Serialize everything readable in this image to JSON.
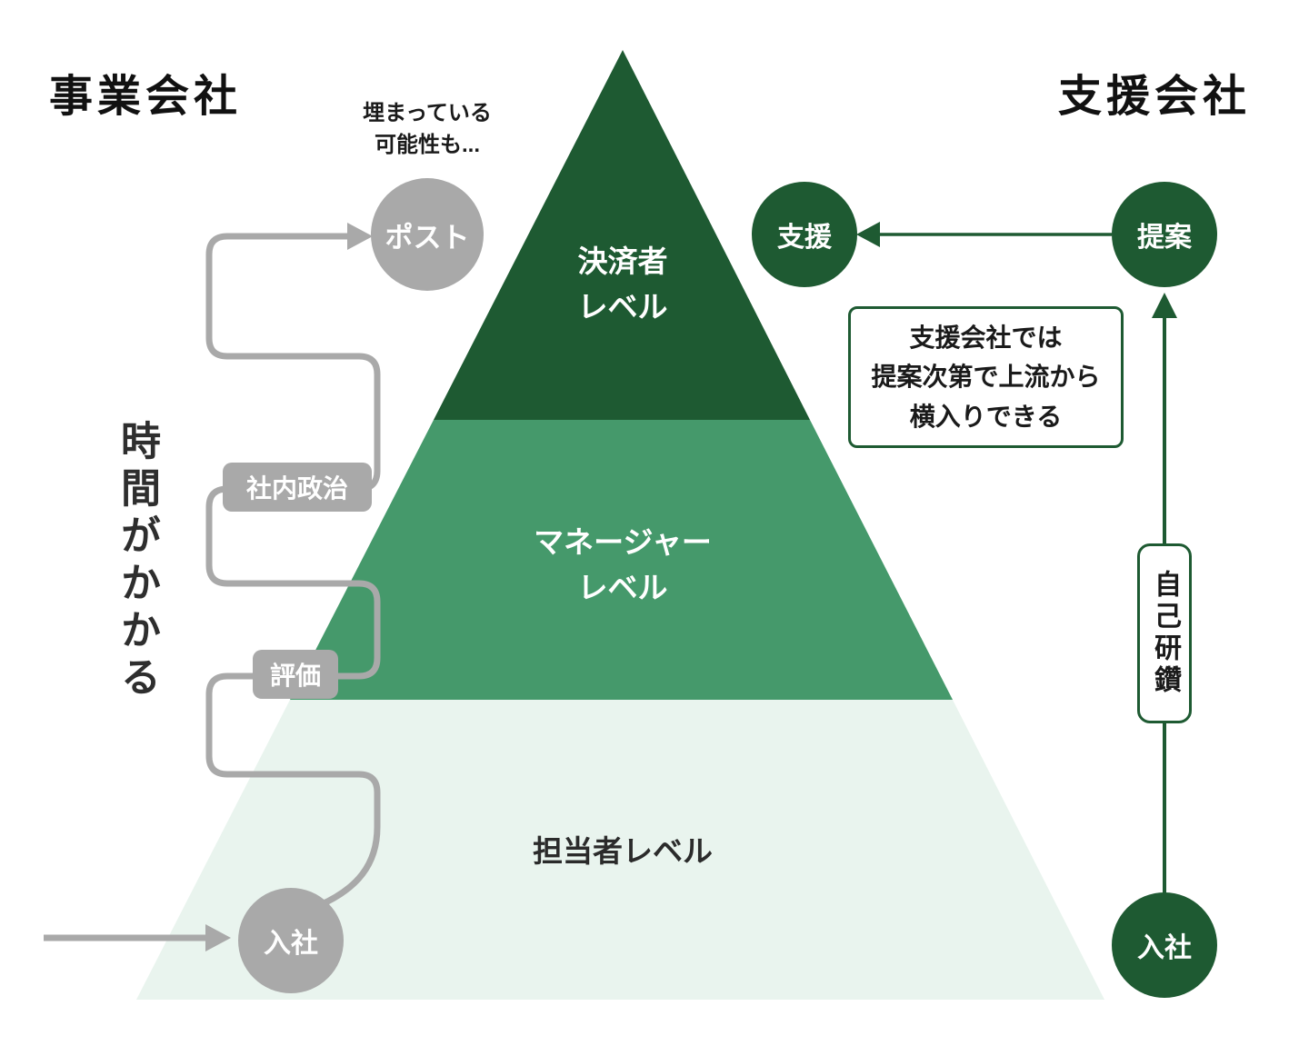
{
  "titles": {
    "left": "事業会社",
    "right": "支援会社"
  },
  "left_track": {
    "note_line1": "埋まっている",
    "note_line2": "可能性も...",
    "time_label": "時間がかかる",
    "post_circle_label": "ポスト",
    "politics_badge_label": "社内政治",
    "evaluation_badge_label": "評価",
    "join_circle_label": "入社"
  },
  "right_track": {
    "support_circle_label": "支援",
    "proposal_circle_label": "提案",
    "info_box_line1": "支援会社では",
    "info_box_line2": "提案次第で上流から",
    "info_box_line3": "横入りできる",
    "self_improvement_label": "自己研鑽",
    "join_circle_label": "入社"
  },
  "pyramid": {
    "top_label": "決済者\nレベル",
    "middle_label": "マネージャー\nレベル",
    "bottom_label": "担当者レベル"
  },
  "colors": {
    "dark_green": "#1e5a32",
    "mid_green": "#45996b",
    "light_green": "#e9f4ee",
    "gray": "#a9a9a9",
    "text_dark": "#1a1a1a"
  }
}
